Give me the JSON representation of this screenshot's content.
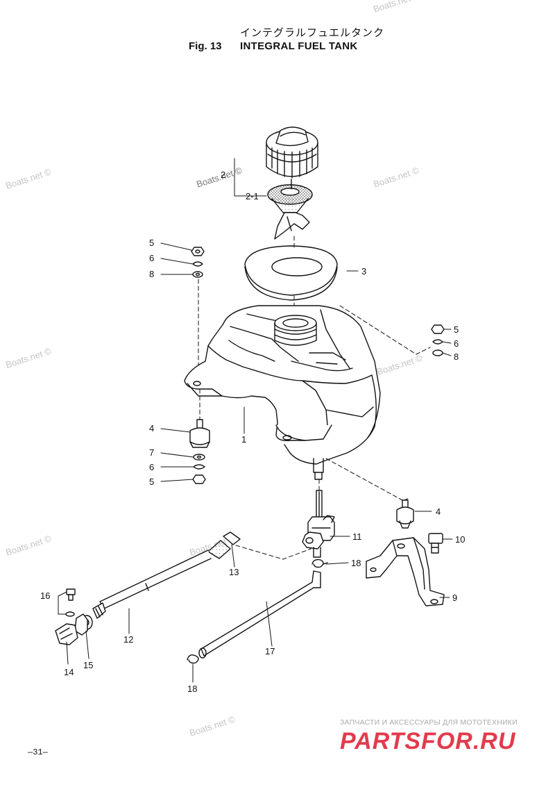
{
  "header": {
    "title_jp": "インテグラルフュエルタンク",
    "fig_label": "Fig. 13",
    "title_en": "INTEGRAL FUEL TANK"
  },
  "labels": {
    "p1": "1",
    "p2": "2",
    "p2_1": "2-1",
    "p3": "3",
    "p4_left": "4",
    "p4_right": "4",
    "p5_top_left": "5",
    "p5_bottom_left": "5",
    "p5_right": "5",
    "p6_top_left": "6",
    "p6_bottom_left": "6",
    "p6_right": "6",
    "p7": "7",
    "p8_left": "8",
    "p8_right": "8",
    "p9": "9",
    "p10": "10",
    "p11": "11",
    "p12": "12",
    "p13": "13",
    "p14": "14",
    "p15": "15",
    "p16": "16",
    "p17": "17",
    "p18_upper": "18",
    "p18_lower": "18"
  },
  "watermarks": {
    "w1": "Boats.net ©",
    "w2": "Boats.net ©",
    "w3": "Boats.net ©",
    "w4": "Boats.net ©",
    "w5": "Boats.net ©",
    "w6": "Boats.net ©",
    "w7": "Boats.net ©",
    "w8": "Boats.net ©",
    "w9": "Boats.net ©"
  },
  "footer": {
    "page_number": "—31—",
    "shop_note": "ЗАПЧАСТИ И АКСЕССУАРЫ ДЛЯ МОТОТЕХНИКИ",
    "shop_logo": "PARTSFOR.RU"
  },
  "colors": {
    "ink": "#111111",
    "watermark": "#c4c4c4",
    "logo": "#e23b4d"
  }
}
